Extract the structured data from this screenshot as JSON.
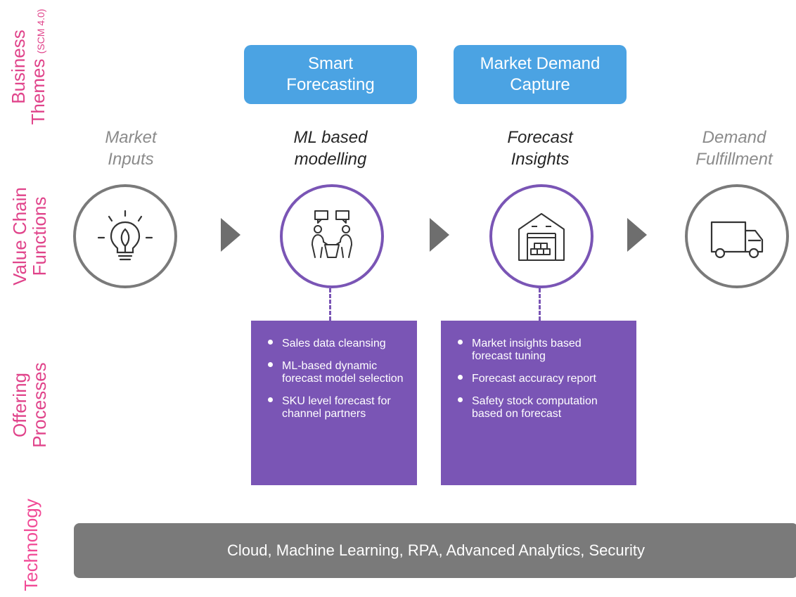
{
  "rows": {
    "business_themes": {
      "title": "Business",
      "title2": "Themes",
      "sub": "(SCM 4.0)"
    },
    "value_chain": {
      "line1": "Value Chain",
      "line2": "Functions"
    },
    "offering": {
      "line1": "Offering",
      "line2": "Processes"
    },
    "technology": {
      "label": "Technology"
    }
  },
  "themes": [
    {
      "line1": "Smart",
      "line2": "Forecasting"
    },
    {
      "line1": "Market Demand",
      "line2": "Capture"
    }
  ],
  "stages": [
    {
      "line1": "Market",
      "line2": "Inputs",
      "icon": "lightbulb-icon"
    },
    {
      "line1": "ML based",
      "line2": "modelling",
      "icon": "meeting-icon"
    },
    {
      "line1": "Forecast",
      "line2": "Insights",
      "icon": "warehouse-icon"
    },
    {
      "line1": "Demand",
      "line2": "Fulfillment",
      "icon": "truck-icon"
    }
  ],
  "offerings": [
    [
      "Sales data cleansing",
      "ML-based dynamic forecast model selection",
      "SKU level forecast for channel partners"
    ],
    [
      "Market insights based forecast tuning",
      "Forecast accuracy report",
      "Safety stock computation based on forecast"
    ]
  ],
  "technology_bar": "Cloud, Machine Learning, RPA, Advanced Analytics, Security",
  "colors": {
    "label_pink": "#e0438a",
    "theme_blue": "#4ba3e3",
    "offer_purple": "#7a55b5",
    "gray": "#7a7a7a"
  }
}
